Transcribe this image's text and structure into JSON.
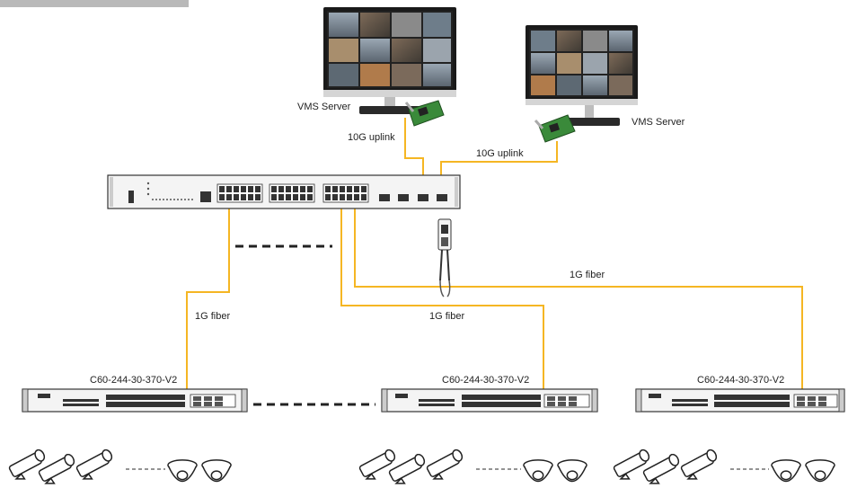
{
  "labels": {
    "vms_server_left": "VMS Server",
    "vms_server_right": "VMS Server",
    "uplink_left": "10G uplink",
    "uplink_right": "10G uplink",
    "fiber_left": "1G fiber",
    "fiber_middle": "1G fiber",
    "fiber_right": "1G fiber",
    "switch_left_model": "C60-244-30-370-V2",
    "switch_middle_model": "C60-244-30-370-V2",
    "switch_right_model": "C60-244-30-370-V2"
  },
  "colors": {
    "fiber": "#f5b623",
    "device_body": "#f4f4f4",
    "device_outline": "#333333",
    "card_green": "#3a8a3a"
  }
}
